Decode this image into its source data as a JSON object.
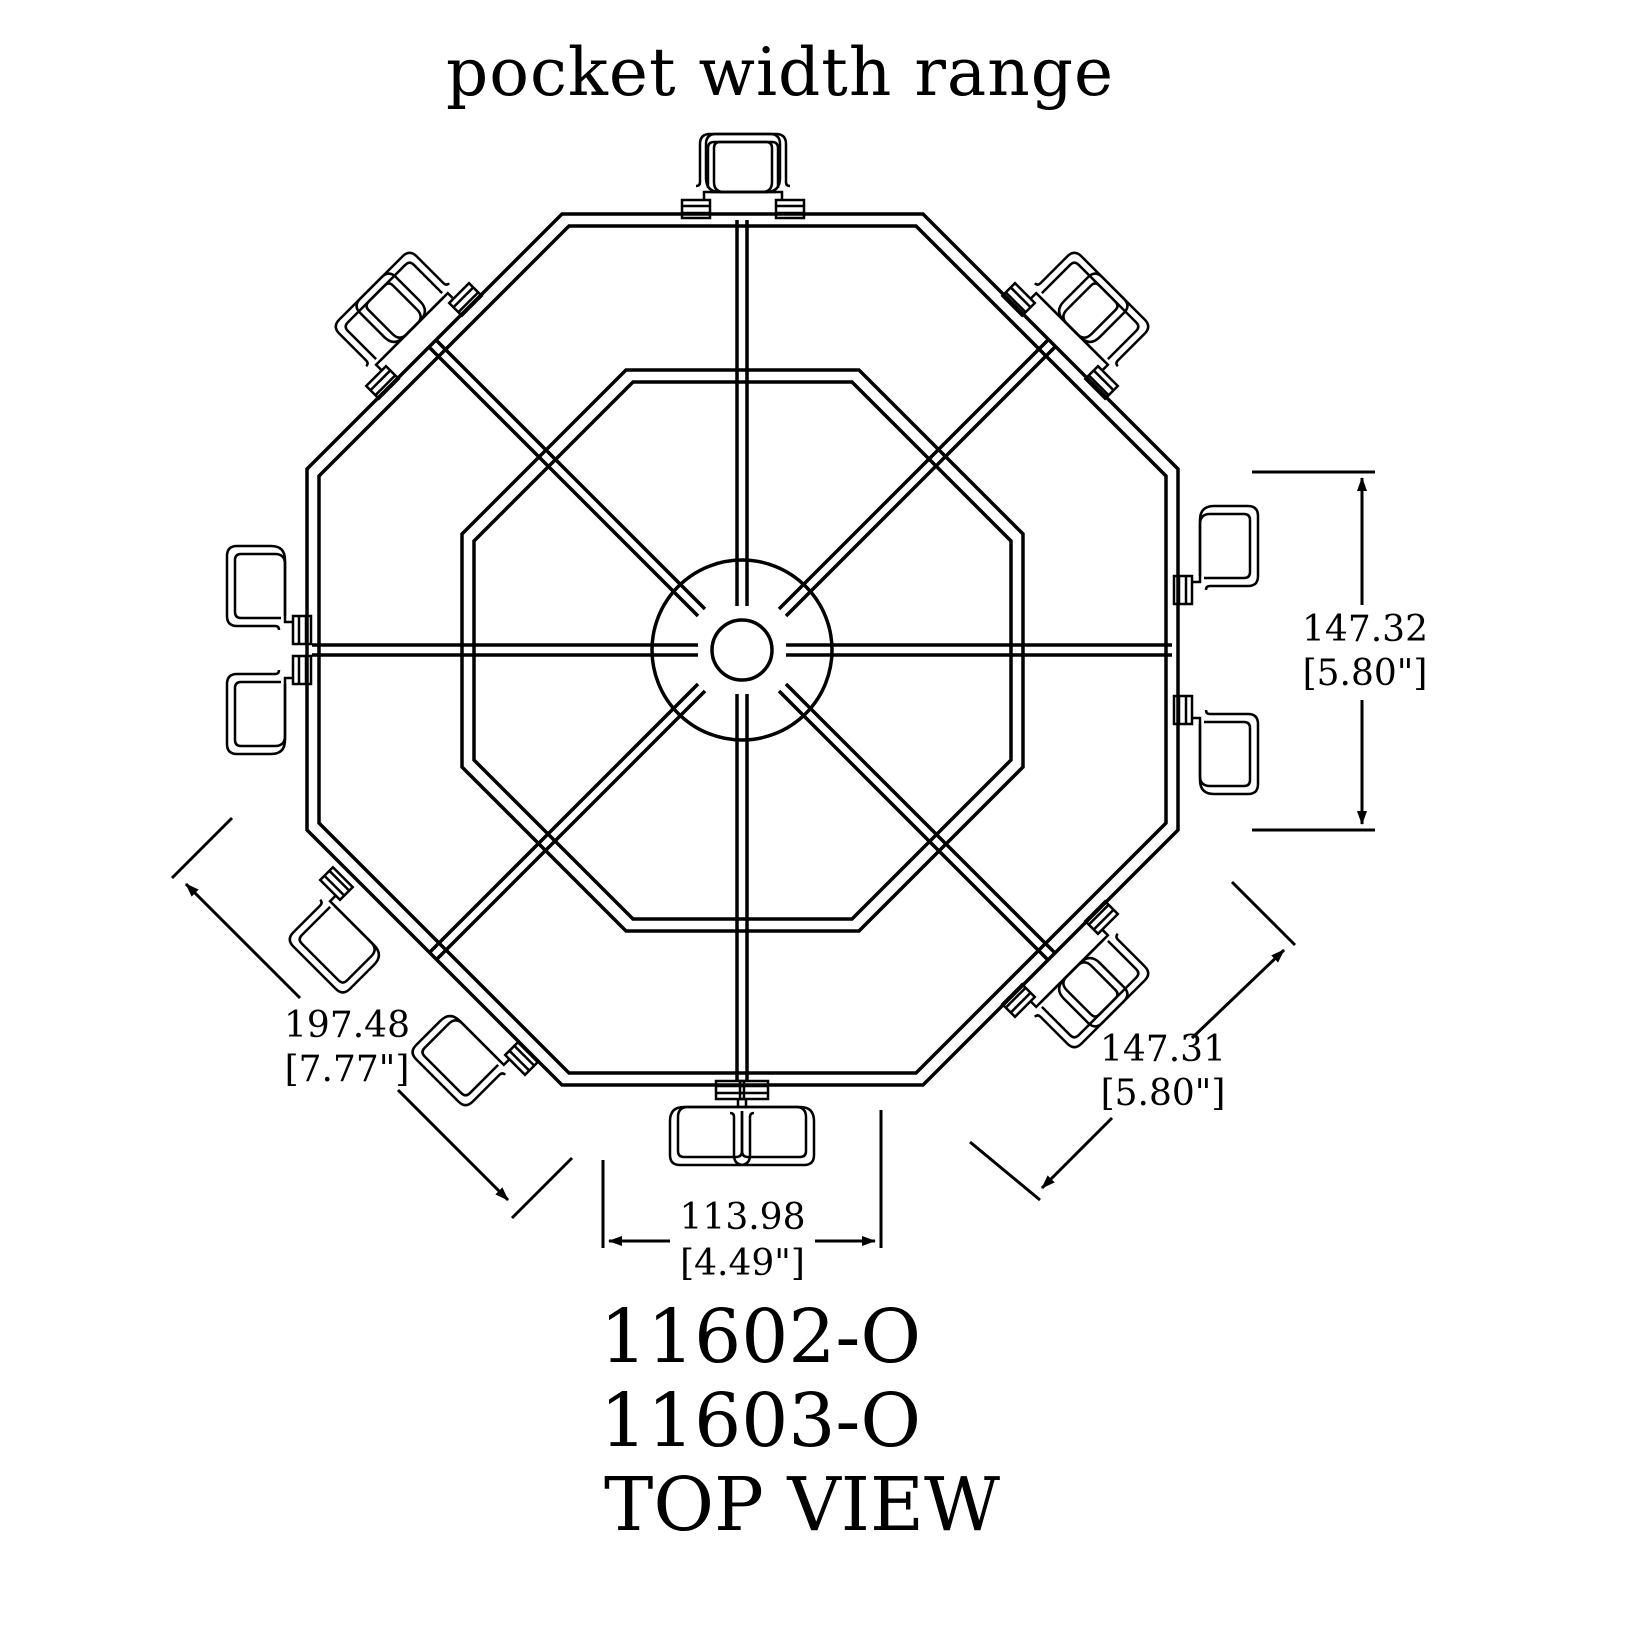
{
  "title": "pocket width range",
  "dimensions": {
    "right_vertical": {
      "metric": "147.32",
      "imperial": "[5.80\"]"
    },
    "lower_right_diagonal": {
      "metric": "147.31",
      "imperial": "[5.80\"]"
    },
    "lower_left_diagonal": {
      "metric": "197.48",
      "imperial": "[7.77\"]"
    },
    "bottom_horizontal": {
      "metric": "113.98",
      "imperial": "[4.49\"]"
    }
  },
  "part_numbers": [
    "11602-O",
    "11603-O"
  ],
  "view_label": "TOP VIEW",
  "colors": {
    "line": "#000000",
    "background": "#ffffff"
  }
}
